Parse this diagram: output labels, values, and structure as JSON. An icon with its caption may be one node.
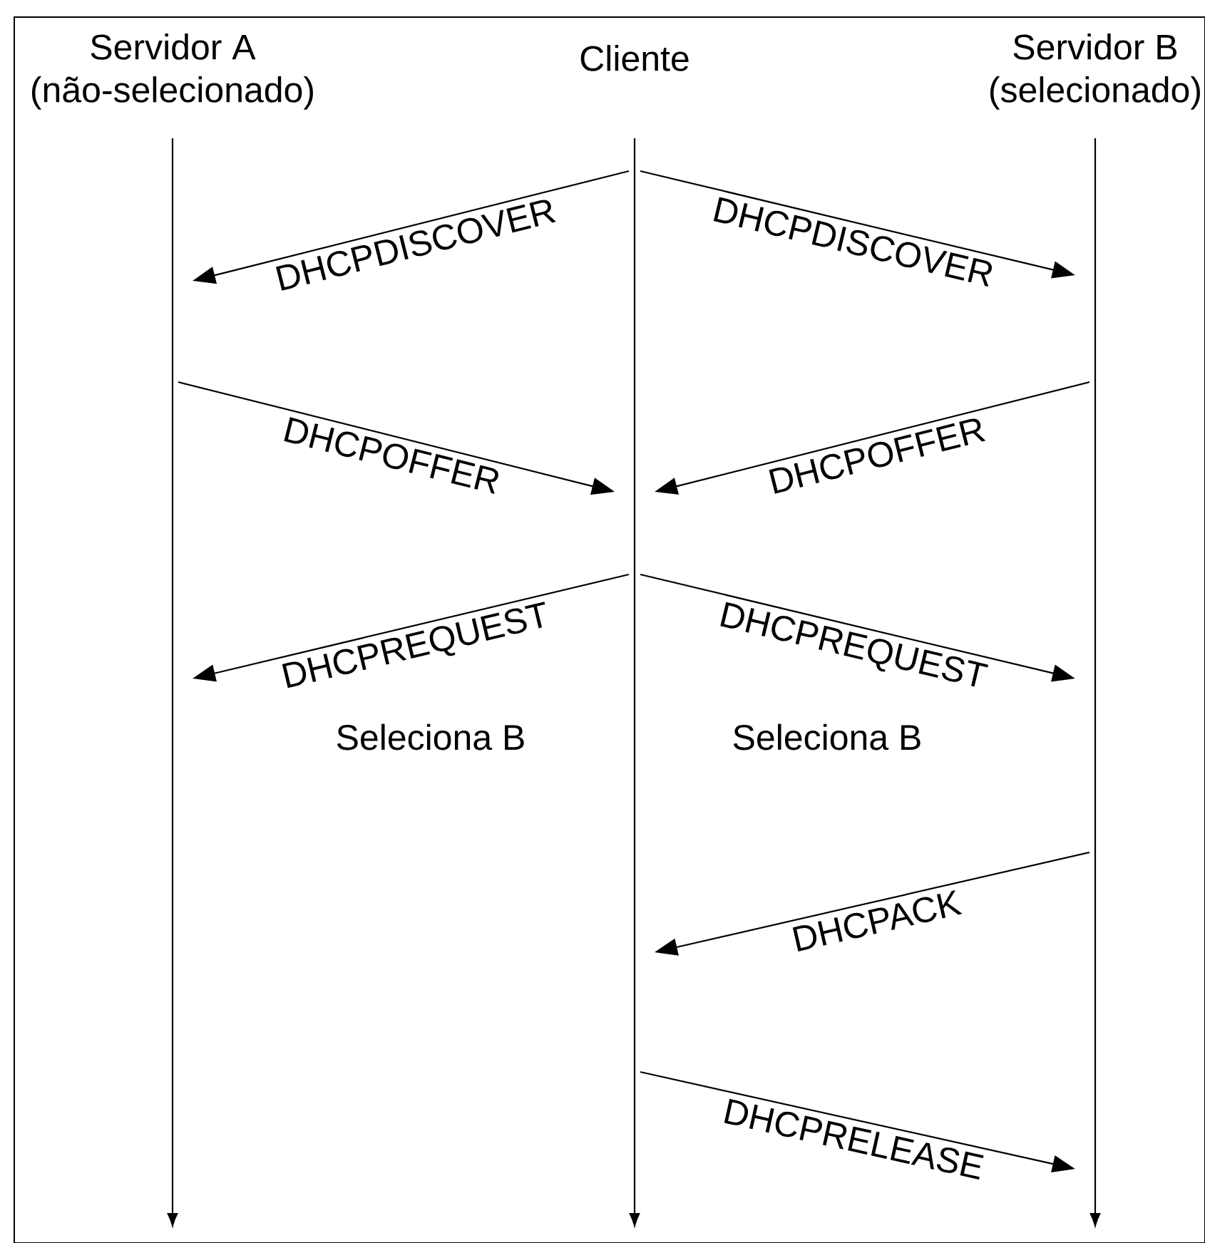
{
  "diagram": {
    "nodes": [
      {
        "text": [
          "Servidor A",
          "(não-selecionado)"
        ]
      },
      {
        "text": [
          "Cliente"
        ]
      },
      {
        "text": [
          "Servidor B",
          "(selecionado)"
        ]
      }
    ],
    "edges": [
      {
        "from": 1,
        "to": 0,
        "arrow": "to",
        "label": "DHCPDISCOVER"
      },
      {
        "from": 1,
        "to": 2,
        "arrow": "to",
        "label": "DHCPDISCOVER"
      },
      {
        "from": 0,
        "to": 1,
        "arrow": "to",
        "label": "DHCPOFFER"
      },
      {
        "from": 2,
        "to": 1,
        "arrow": "to",
        "label": "DHCPOFFER"
      },
      {
        "from": 1,
        "to": 0,
        "arrow": "to",
        "label": "DHCPREQUEST"
      },
      {
        "from": 1,
        "to": 2,
        "arrow": "to",
        "label": "DHCPREQUEST"
      },
      {
        "from": 2,
        "to": 1,
        "arrow": "to",
        "label": "DHCPACK"
      },
      {
        "from": 1,
        "to": 2,
        "arrow": "to",
        "label": "DHCPRELEASE"
      }
    ],
    "labels": [
      "Seleciona B",
      "Seleciona B"
    ]
  }
}
